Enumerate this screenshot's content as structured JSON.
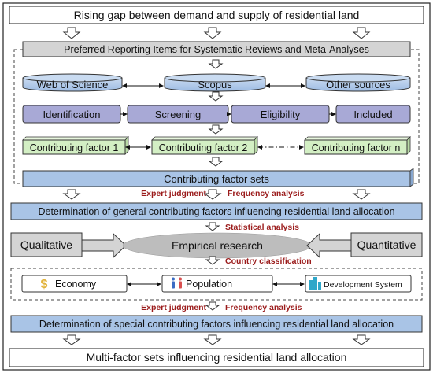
{
  "title": "Rising gap between demand and supply of residential land",
  "prisma": "Preferred Reporting Items for Systematic Reviews and Meta-Analyses",
  "sources": [
    "Web of Science",
    "Scopus",
    "Other sources"
  ],
  "steps": [
    "Identification",
    "Screening",
    "Eligibility",
    "Included"
  ],
  "factors": [
    "Contributing factor 1",
    "Contributing factor 2",
    "Contributing factor n"
  ],
  "factor_sets": "Contributing factor sets",
  "labels": {
    "expert1": "Expert  judgment",
    "freq1": "Frequency analysis",
    "statistical": "Statistical analysis",
    "country": "Country classification",
    "expert2": "Expert  judgment",
    "freq2": "Frequency analysis"
  },
  "general": "Determination of general contributing factors influencing residential land allocation",
  "qualitative": "Qualitative",
  "empirical": "Empirical research",
  "quantitative": "Quantitative",
  "categories": [
    "Economy",
    "Population",
    "Development System"
  ],
  "special": "Determination of special contributing factors influencing residential land allocation",
  "final": "Multi-factor sets influencing residential land allocation",
  "icons": {
    "economy": "$"
  },
  "colors": {
    "blue": "#a9c4e6",
    "purple": "#a8a9d6",
    "green": "#d3efc4",
    "gray": "#d4d4d4",
    "red": "#9b1c1c"
  }
}
